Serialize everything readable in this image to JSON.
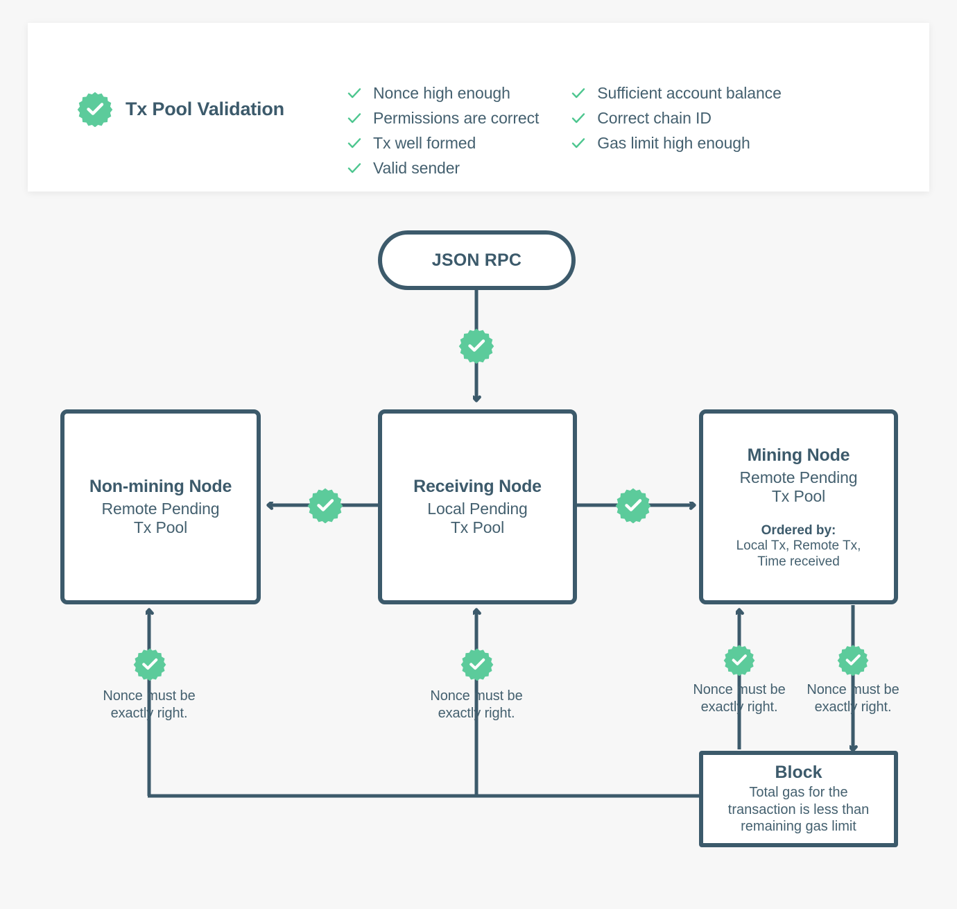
{
  "theme": {
    "background": "#f7f7f7",
    "card_background": "#ffffff",
    "navy": "#3c5a6b",
    "navy_text": "#44606f",
    "green": "#5ccb9b",
    "green_tick": "#4dc68f"
  },
  "header": {
    "title": "Tx Pool Validation",
    "badge_icon": "check-rosette-icon",
    "checks_left": [
      {
        "icon": "check-icon",
        "label": "Nonce high enough"
      },
      {
        "icon": "check-icon",
        "label": "Permissions are correct"
      },
      {
        "icon": "check-icon",
        "label": "Tx well formed"
      },
      {
        "icon": "check-icon",
        "label": "Valid sender"
      }
    ],
    "checks_right": [
      {
        "icon": "check-icon",
        "label": "Sufficient account balance"
      },
      {
        "icon": "check-icon",
        "label": "Correct chain ID"
      },
      {
        "icon": "check-icon",
        "label": "Gas limit high enough"
      }
    ]
  },
  "diagram": {
    "entry": {
      "label": "JSON RPC"
    },
    "non_mining_node": {
      "title": "Non-mining Node",
      "subtitle": "Remote Pending\nTx Pool"
    },
    "receiving_node": {
      "title": "Receiving Node",
      "subtitle": "Local Pending\nTx Pool"
    },
    "mining_node": {
      "title": "Mining Node",
      "subtitle": "Remote Pending\nTx Pool",
      "ordered_by_title": "Ordered by:",
      "ordered_by_detail": "Local Tx, Remote Tx,\nTime received"
    },
    "block": {
      "title": "Block",
      "subtitle": "Total gas for the\ntransaction is less than\nremaining gas limit"
    },
    "nonce_captions": [
      "Nonce must be\nexactly right.",
      "Nonce must be\nexactly right.",
      "Nonce must be\nexactly right.",
      "Nonce must be\nexactly right."
    ],
    "badges": [
      {
        "name": "validation-badge-jsonrpc-to-receiving",
        "icon": "check-rosette-icon"
      },
      {
        "name": "validation-badge-receiving-to-nonmining",
        "icon": "check-rosette-icon"
      },
      {
        "name": "validation-badge-receiving-to-mining",
        "icon": "check-rosette-icon"
      },
      {
        "name": "validation-badge-nonmining-return",
        "icon": "check-rosette-icon"
      },
      {
        "name": "validation-badge-receiving-return",
        "icon": "check-rosette-icon"
      },
      {
        "name": "validation-badge-mining-return",
        "icon": "check-rosette-icon"
      },
      {
        "name": "validation-badge-mining-to-block",
        "icon": "check-rosette-icon"
      }
    ]
  }
}
